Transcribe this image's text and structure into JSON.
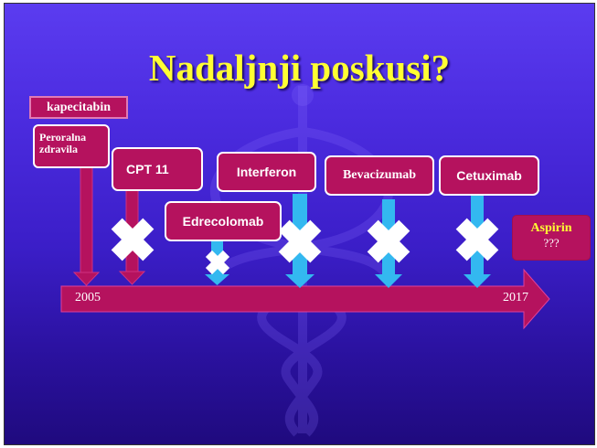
{
  "slide": {
    "title": "Nadaljnji poskusi?",
    "timeline": {
      "start_label": "2005",
      "end_label": "2017"
    },
    "boxes": {
      "kapecitabin": "kapecitabin",
      "peroralna_line1": "Peroralna",
      "peroralna_line2": "zdravila",
      "cpt11": "CPT 11",
      "edrecolomab": "Edrecolomab",
      "interferon": "Interferon",
      "bevacizumab": "Bevacizumab",
      "cetuximab": "Cetuximab",
      "aspirin": "Aspirin",
      "aspirin_note": "???"
    },
    "colors": {
      "background": "#4c2ce0",
      "title": "#ffff33",
      "box_fill": "#b5125e",
      "arrow_down_success": "#b5125e",
      "arrow_down_failed": "#33b8f0",
      "cross": "#ffffff"
    },
    "icons": [
      "caduceus-watermark",
      "cross-mark-icon",
      "arrow-down-icon",
      "timeline-arrow"
    ]
  }
}
